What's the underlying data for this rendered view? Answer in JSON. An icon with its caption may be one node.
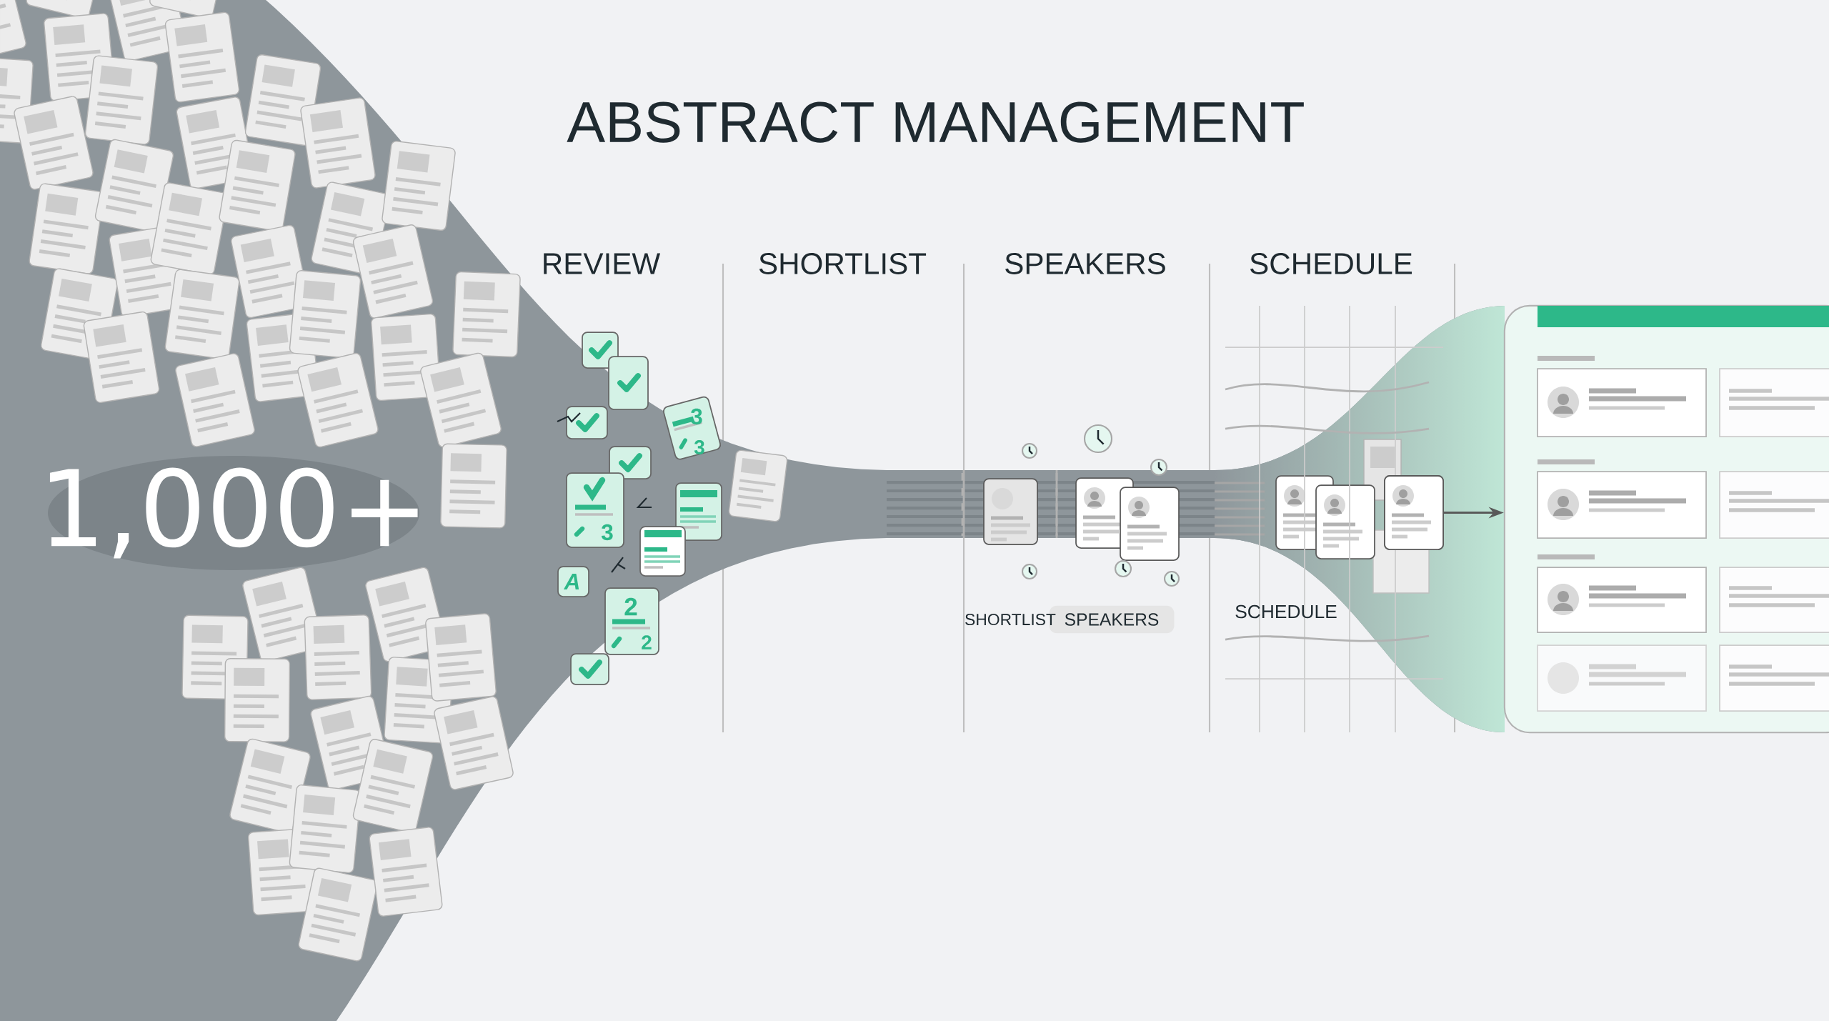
{
  "diagram": {
    "title": "ABSTRACT MANAGEMENT",
    "nodes": [
      {
        "text": [
          "SPEAKERS"
        ]
      },
      {
        "text": [],
        "shape": "box"
      },
      {
        "text": [],
        "shape": "box"
      }
    ],
    "edges": [
      {
        "from": 1,
        "to": 2,
        "arrow": "to"
      }
    ],
    "labels": [
      "REVIEW",
      "SHORTLIST",
      "SPEAKERS",
      "SCHEDULE",
      "3",
      "3",
      "1,000+",
      "3",
      "A",
      "2",
      "2",
      "SCHEDULE",
      "SHORTLIST"
    ]
  }
}
